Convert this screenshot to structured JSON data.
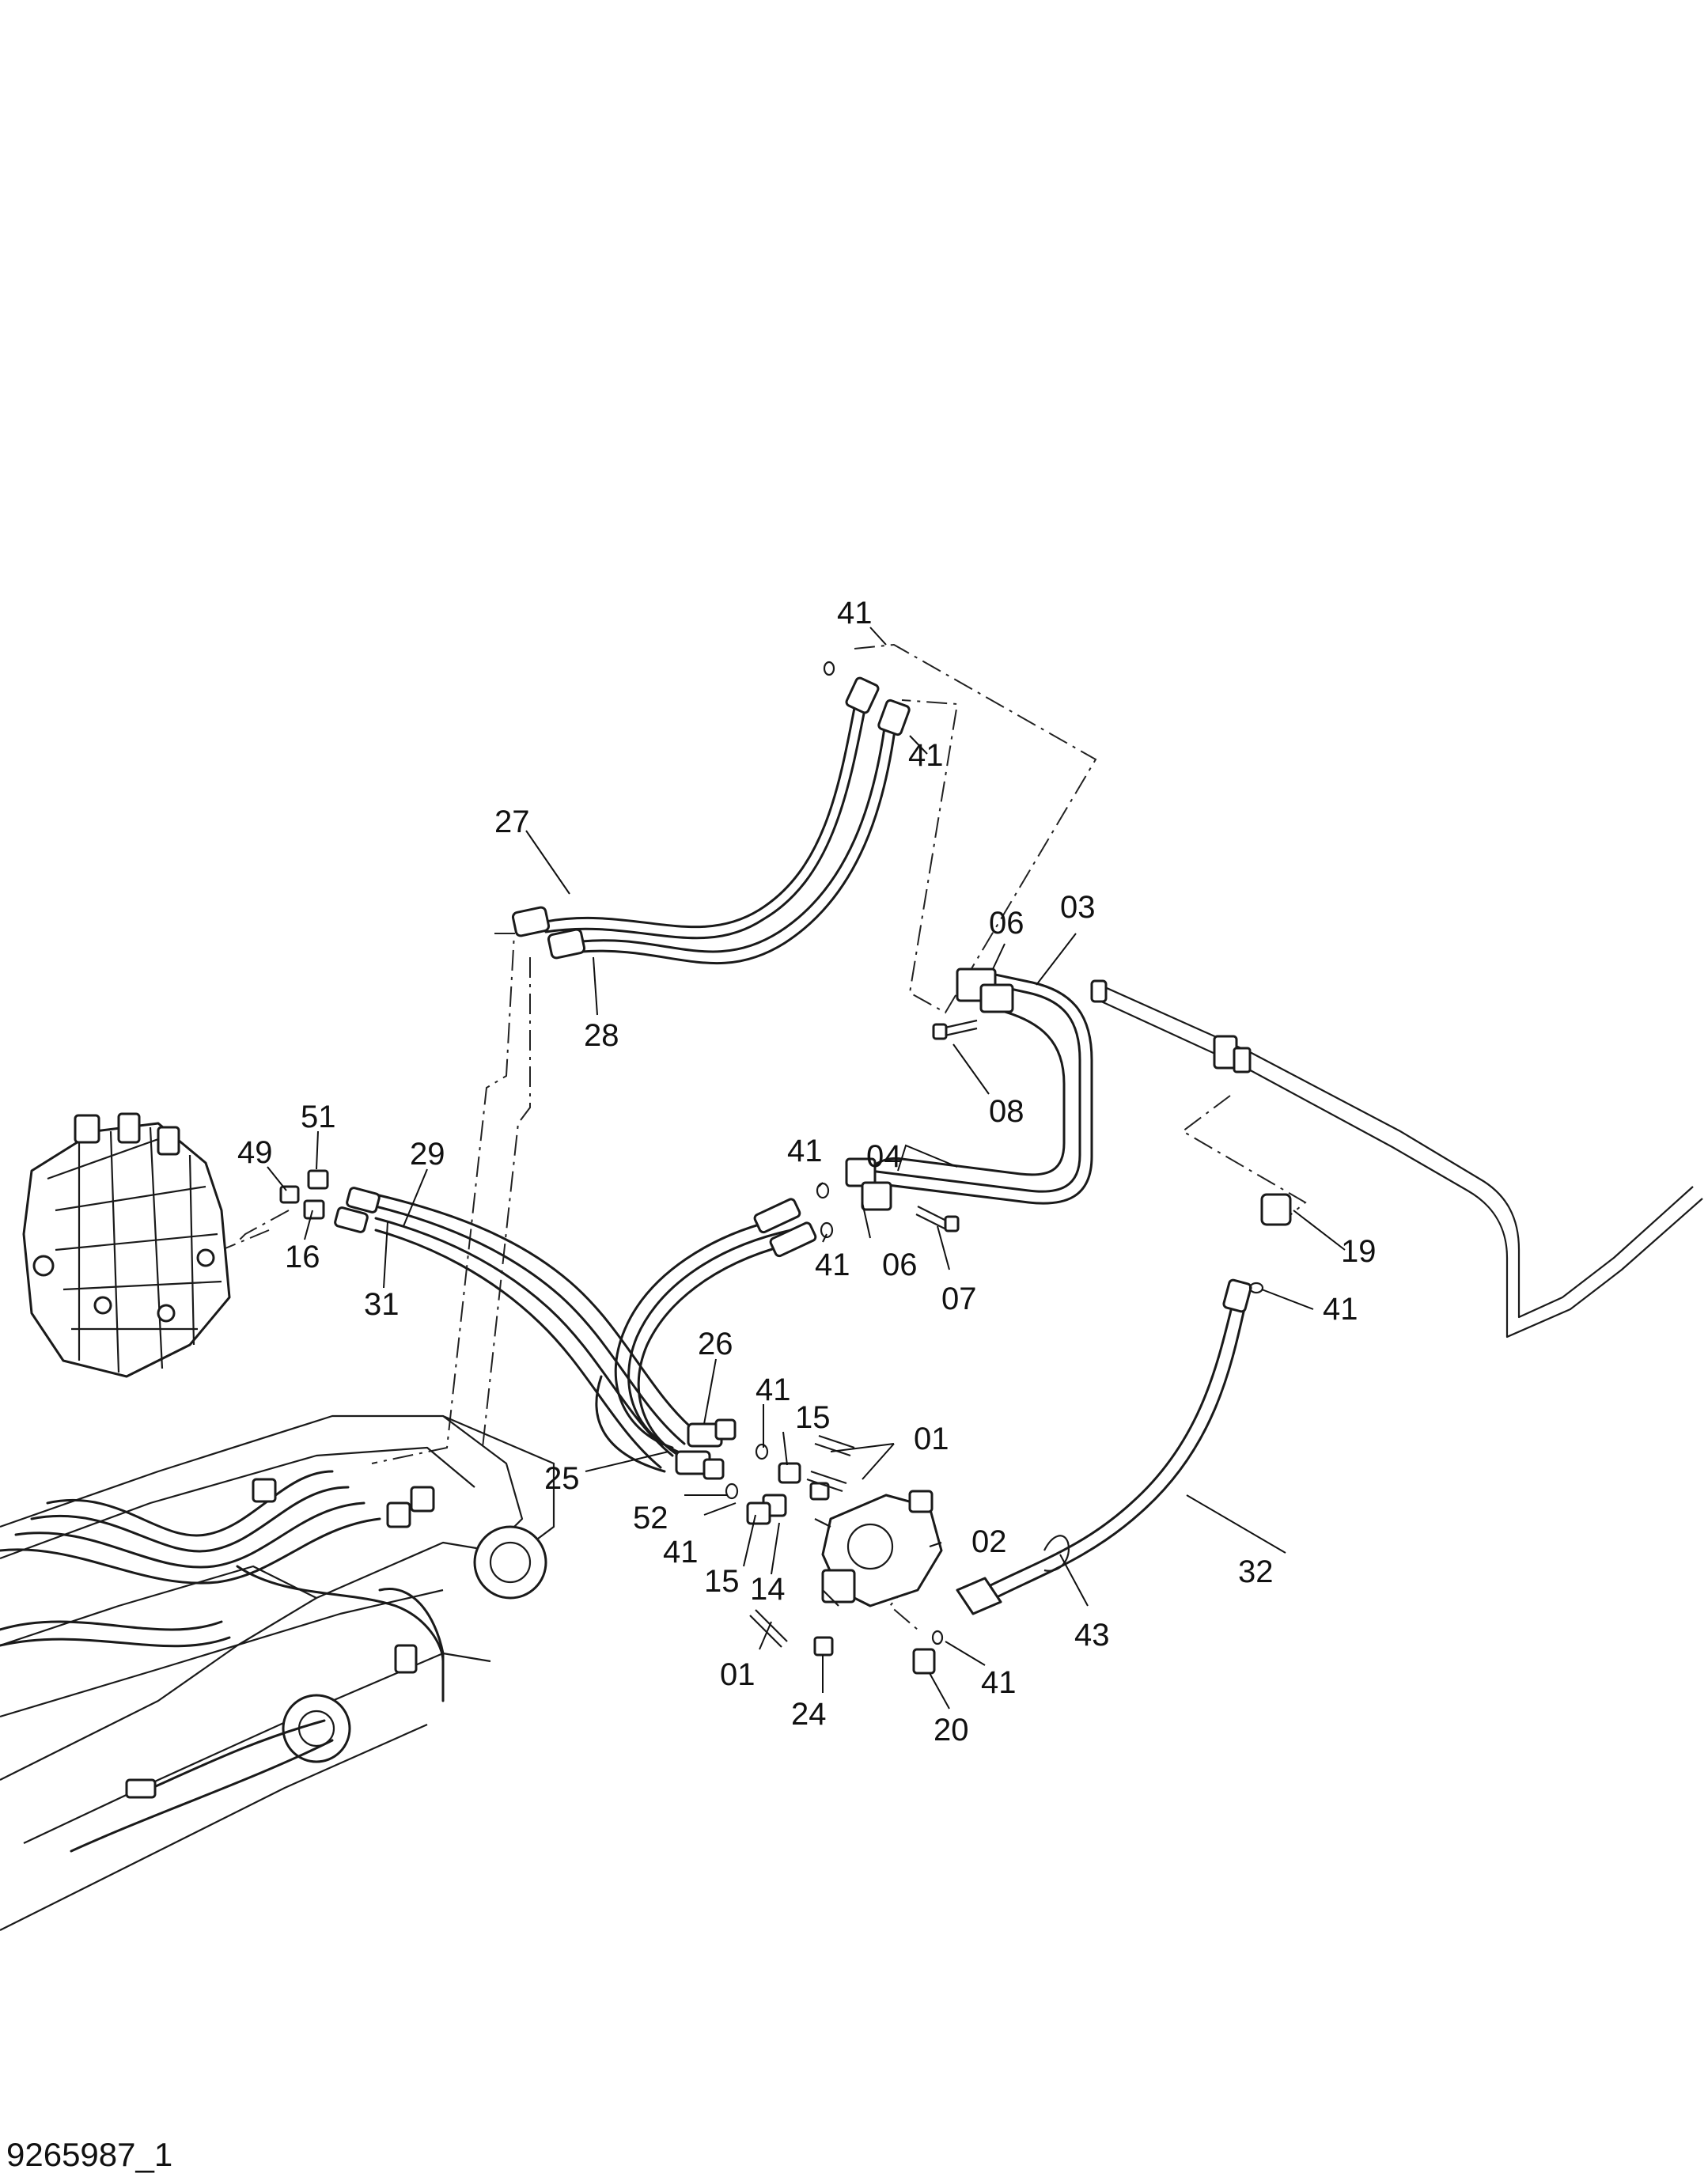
{
  "document_id": "9265987_1",
  "callouts": [
    {
      "id": "c-41-top",
      "text": "41"
    },
    {
      "id": "c-41-top2",
      "text": "41"
    },
    {
      "id": "c-27",
      "text": "27"
    },
    {
      "id": "c-28",
      "text": "28"
    },
    {
      "id": "c-06-top",
      "text": "06"
    },
    {
      "id": "c-03",
      "text": "03"
    },
    {
      "id": "c-08",
      "text": "08"
    },
    {
      "id": "c-04",
      "text": "04"
    },
    {
      "id": "c-49",
      "text": "49"
    },
    {
      "id": "c-51",
      "text": "51"
    },
    {
      "id": "c-29",
      "text": "29"
    },
    {
      "id": "c-16",
      "text": "16"
    },
    {
      "id": "c-31",
      "text": "31"
    },
    {
      "id": "c-41-mid-a",
      "text": "41"
    },
    {
      "id": "c-41-mid-b",
      "text": "41"
    },
    {
      "id": "c-06-mid",
      "text": "06"
    },
    {
      "id": "c-07",
      "text": "07"
    },
    {
      "id": "c-19",
      "text": "19"
    },
    {
      "id": "c-41-right",
      "text": "41"
    },
    {
      "id": "c-26",
      "text": "26"
    },
    {
      "id": "c-41-pump",
      "text": "41"
    },
    {
      "id": "c-15-a",
      "text": "15"
    },
    {
      "id": "c-01-a",
      "text": "01"
    },
    {
      "id": "c-25",
      "text": "25"
    },
    {
      "id": "c-52",
      "text": "52"
    },
    {
      "id": "c-41-low",
      "text": "41"
    },
    {
      "id": "c-15-b",
      "text": "15"
    },
    {
      "id": "c-14",
      "text": "14"
    },
    {
      "id": "c-02",
      "text": "02"
    },
    {
      "id": "c-32",
      "text": "32"
    },
    {
      "id": "c-43",
      "text": "43"
    },
    {
      "id": "c-41-bot",
      "text": "41"
    },
    {
      "id": "c-01-b",
      "text": "01"
    },
    {
      "id": "c-24",
      "text": "24"
    },
    {
      "id": "c-20",
      "text": "20"
    }
  ]
}
